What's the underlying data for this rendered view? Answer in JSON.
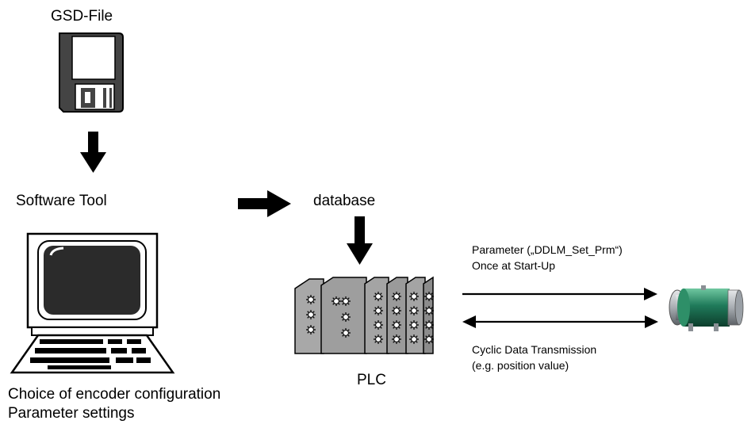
{
  "labels": {
    "gsd_file": "GSD-File",
    "software_tool": "Software Tool",
    "database": "database",
    "plc": "PLC",
    "choice_line1": "Choice of encoder configuration",
    "choice_line2": "Parameter settings",
    "param_line1": "Parameter („DDLM_Set_Prm“)",
    "param_line2": "Once at Start-Up",
    "cyclic_line1": "Cyclic Data Transmission",
    "cyclic_line2": "(e.g. position value)"
  },
  "icons": {
    "floppy": "floppy-disk-icon",
    "computer": "computer-terminal-icon",
    "plc": "plc-rack-icon",
    "encoder": "rotary-encoder-icon"
  },
  "colors": {
    "ink": "#000000",
    "encoder_body": "#1f7a5a",
    "metal": "#b8bcc0",
    "plc_gray": "#9a9a9a"
  }
}
